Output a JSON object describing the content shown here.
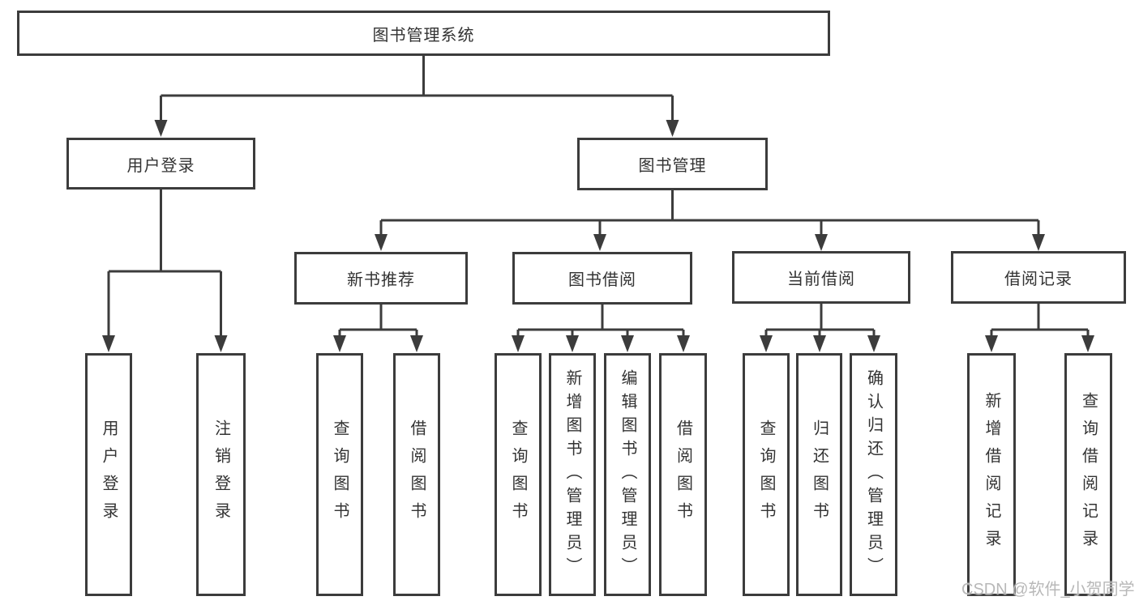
{
  "tree": {
    "root": "图书管理系统",
    "branches": [
      {
        "label": "用户登录",
        "leaves": [
          "用户登录",
          "注销登录"
        ]
      },
      {
        "label": "图书管理",
        "groups": [
          {
            "label": "新书推荐",
            "leaves": [
              "查询图书",
              "借阅图书"
            ]
          },
          {
            "label": "图书借阅",
            "leaves": [
              "查询图书",
              "新增图书（管理员）",
              "编辑图书（管理员）",
              "借阅图书"
            ]
          },
          {
            "label": "当前借阅",
            "leaves": [
              "查询图书",
              "归还图书",
              "确认归还（管理员）"
            ]
          },
          {
            "label": "借阅记录",
            "leaves": [
              "新增借阅记录",
              "查询借阅记录"
            ]
          }
        ]
      }
    ]
  },
  "watermark": "CSDN @软件_小贺同学",
  "colors": {
    "line": "#3c3c3c",
    "text": "#333333",
    "watermark": "#b8b8b8",
    "background": "#ffffff"
  }
}
